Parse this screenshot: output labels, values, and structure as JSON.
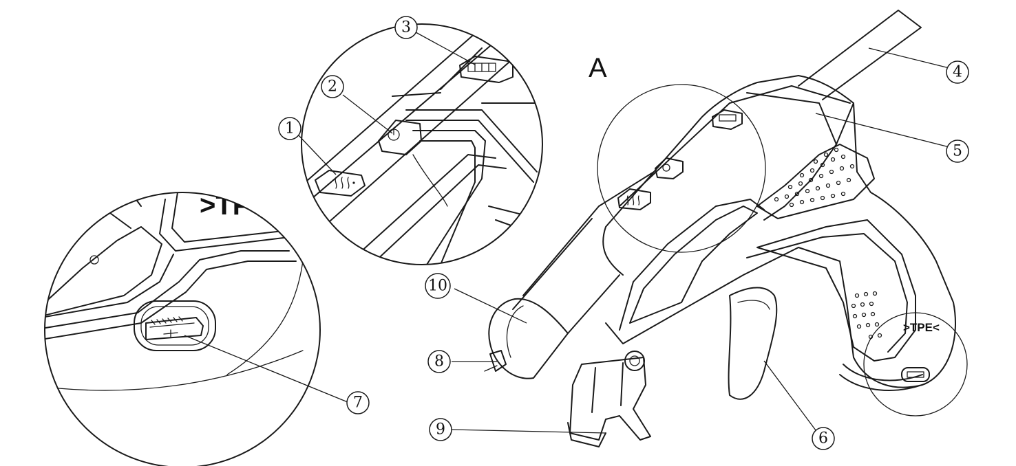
{
  "view_label": "A",
  "callouts": [
    {
      "id": "1",
      "label": "①"
    },
    {
      "id": "2",
      "label": "②"
    },
    {
      "id": "3",
      "label": "③"
    },
    {
      "id": "4",
      "label": "④"
    },
    {
      "id": "5",
      "label": "⑤"
    },
    {
      "id": "6",
      "label": "⑥"
    },
    {
      "id": "7",
      "label": "⑦"
    },
    {
      "id": "8",
      "label": "⑧"
    },
    {
      "id": "9",
      "label": "⑨"
    },
    {
      "id": "10",
      "label": "⑩"
    }
  ],
  "body_mark": ">TPE<",
  "detail_mark": ">TP"
}
